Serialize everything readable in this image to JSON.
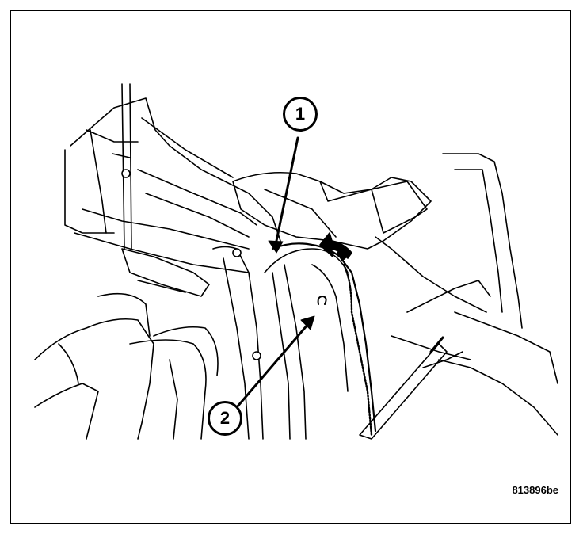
{
  "figure": {
    "id_label": "813896be"
  },
  "callouts": [
    {
      "number": "1"
    },
    {
      "number": "2"
    }
  ],
  "style": {
    "line_color": "#000000",
    "background": "#ffffff"
  }
}
